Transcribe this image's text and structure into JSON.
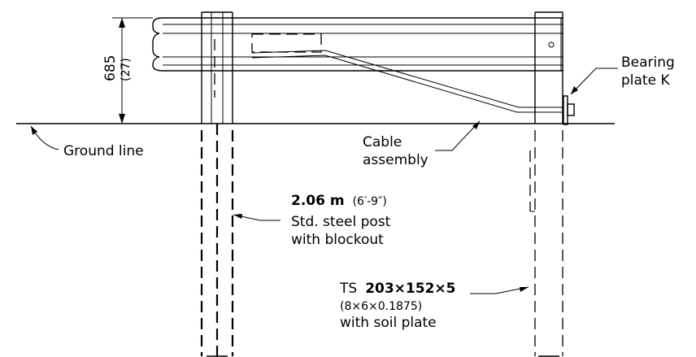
{
  "dimension": {
    "value": "685",
    "imperial": "(27)"
  },
  "labels": {
    "bearing_plate_line1": "Bearing",
    "bearing_plate_line2": "plate K",
    "ground_line": "Ground line",
    "cable_line1": "Cable",
    "cable_line2": "assembly",
    "post_length_metric": "2.06 m",
    "post_length_imperial": "(6′-9″)",
    "post_line2": "Std. steel post",
    "post_line3": "with blockout",
    "ts_prefix": "TS",
    "ts_size": "203×152×5",
    "ts_imperial": "(8×6×0.1875)",
    "ts_line3": "with soil plate"
  }
}
